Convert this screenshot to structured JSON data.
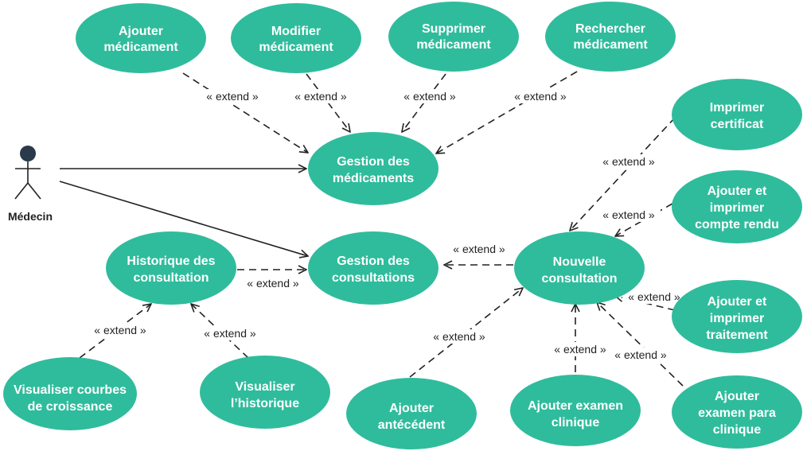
{
  "actor": {
    "name": "Médecin"
  },
  "usecases": {
    "ajouter_med": [
      "Ajouter",
      "médicament"
    ],
    "modifier_med": [
      "Modifier",
      "médicament"
    ],
    "supprimer_med": [
      "Supprimer",
      "médicament"
    ],
    "rechercher_med": [
      "Rechercher",
      "médicament"
    ],
    "gestion_med": [
      "Gestion des",
      "médicaments"
    ],
    "imprimer_cert": [
      "Imprimer",
      "certificat"
    ],
    "compte_rendu": [
      "Ajouter et",
      "imprimer",
      "compte rendu"
    ],
    "historique": [
      "Historique des",
      "consultation"
    ],
    "gestion_cons": [
      "Gestion des",
      "consultations"
    ],
    "nouvelle_cons": [
      "Nouvelle",
      "consultation"
    ],
    "traitement": [
      "Ajouter et",
      "imprimer",
      "traitement"
    ],
    "courbes": [
      "Visualiser courbes",
      "de croissance"
    ],
    "visualiser_hist": [
      "Visualiser",
      "l’historique"
    ],
    "antecedent": [
      "Ajouter",
      "antécédent"
    ],
    "examen_clinique": [
      "Ajouter examen",
      "clinique"
    ],
    "examen_para": [
      "Ajouter",
      "examen para",
      "clinique"
    ]
  },
  "extend_label": "« extend »",
  "colors": {
    "usecase_fill": "#2fbc9c",
    "usecase_text": "#ffffff",
    "line": "#222222",
    "actor_head": "#2b3a4a"
  }
}
